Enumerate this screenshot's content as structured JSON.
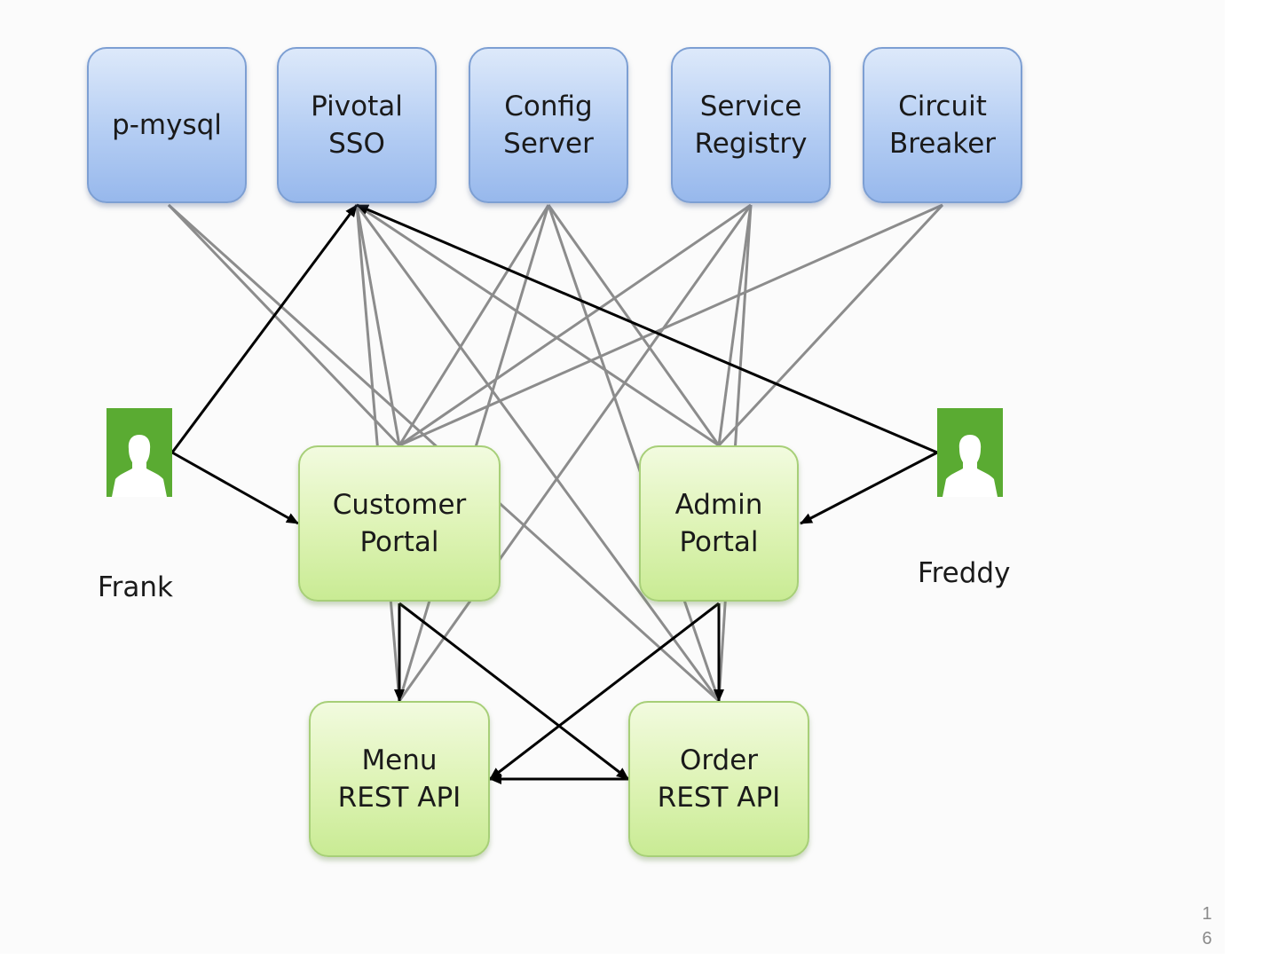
{
  "services": [
    {
      "id": "p-mysql",
      "lines": [
        "p-mysql"
      ]
    },
    {
      "id": "pivotal-sso",
      "lines": [
        "Pivotal",
        "SSO"
      ]
    },
    {
      "id": "config-server",
      "lines": [
        "Config",
        "Server"
      ]
    },
    {
      "id": "service-registry",
      "lines": [
        "Service",
        "Registry"
      ]
    },
    {
      "id": "circuit-breaker",
      "lines": [
        "Circuit",
        "Breaker"
      ]
    }
  ],
  "apps": [
    {
      "id": "customer-portal",
      "lines": [
        "Customer",
        "Portal"
      ]
    },
    {
      "id": "admin-portal",
      "lines": [
        "Admin",
        "Portal"
      ]
    },
    {
      "id": "menu-rest-api",
      "lines": [
        "Menu",
        "REST API"
      ]
    },
    {
      "id": "order-rest-api",
      "lines": [
        "Order",
        "REST API"
      ]
    }
  ],
  "users": [
    {
      "id": "frank",
      "name": "Frank"
    },
    {
      "id": "freddy",
      "name": "Freddy"
    }
  ],
  "page_number": [
    "1",
    "6"
  ],
  "colors": {
    "service_fill": "#b4cdf3",
    "app_fill": "#ddf3b4",
    "user_icon": "#5aab32",
    "dependency_line": "#8c8c8c",
    "flow_arrow": "#000000"
  },
  "dependency_links": [
    [
      "p-mysql",
      "customer-portal"
    ],
    [
      "p-mysql",
      "order-rest-api"
    ],
    [
      "pivotal-sso",
      "customer-portal"
    ],
    [
      "pivotal-sso",
      "admin-portal"
    ],
    [
      "pivotal-sso",
      "menu-rest-api"
    ],
    [
      "pivotal-sso",
      "order-rest-api"
    ],
    [
      "config-server",
      "customer-portal"
    ],
    [
      "config-server",
      "admin-portal"
    ],
    [
      "config-server",
      "menu-rest-api"
    ],
    [
      "config-server",
      "order-rest-api"
    ],
    [
      "service-registry",
      "customer-portal"
    ],
    [
      "service-registry",
      "admin-portal"
    ],
    [
      "service-registry",
      "menu-rest-api"
    ],
    [
      "service-registry",
      "order-rest-api"
    ],
    [
      "circuit-breaker",
      "customer-portal"
    ],
    [
      "circuit-breaker",
      "admin-portal"
    ],
    [
      "customer-portal",
      "menu-rest-api"
    ]
  ],
  "flow_arrows": [
    [
      "frank",
      "pivotal-sso"
    ],
    [
      "frank",
      "customer-portal"
    ],
    [
      "freddy",
      "pivotal-sso"
    ],
    [
      "freddy",
      "admin-portal"
    ],
    [
      "customer-portal",
      "menu-rest-api"
    ],
    [
      "customer-portal",
      "order-rest-api"
    ],
    [
      "admin-portal",
      "menu-rest-api"
    ],
    [
      "admin-portal",
      "order-rest-api"
    ],
    [
      "order-rest-api",
      "menu-rest-api"
    ]
  ]
}
